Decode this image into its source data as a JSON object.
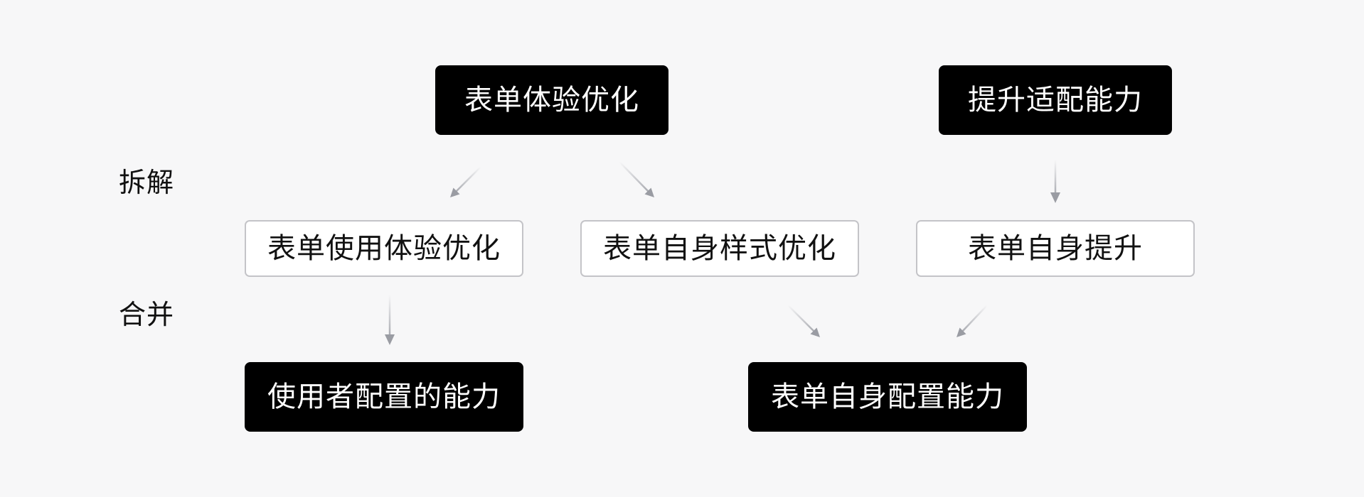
{
  "labels": {
    "split": "拆解",
    "merge": "合并"
  },
  "nodes": {
    "form_experience_optimization": "表单体验优化",
    "improve_adaptability": "提升适配能力",
    "form_usage_experience_optimization": "表单使用体验优化",
    "form_own_style_optimization": "表单自身样式优化",
    "form_self_improvement": "表单自身提升",
    "user_configuration_ability": "使用者配置的能力",
    "form_own_configuration_ability": "表单自身配置能力"
  },
  "colors": {
    "background": "#f7f7f8",
    "dark_node": "#000000",
    "light_node_border": "#c4c4c8",
    "arrow": "#9a9ca3"
  }
}
